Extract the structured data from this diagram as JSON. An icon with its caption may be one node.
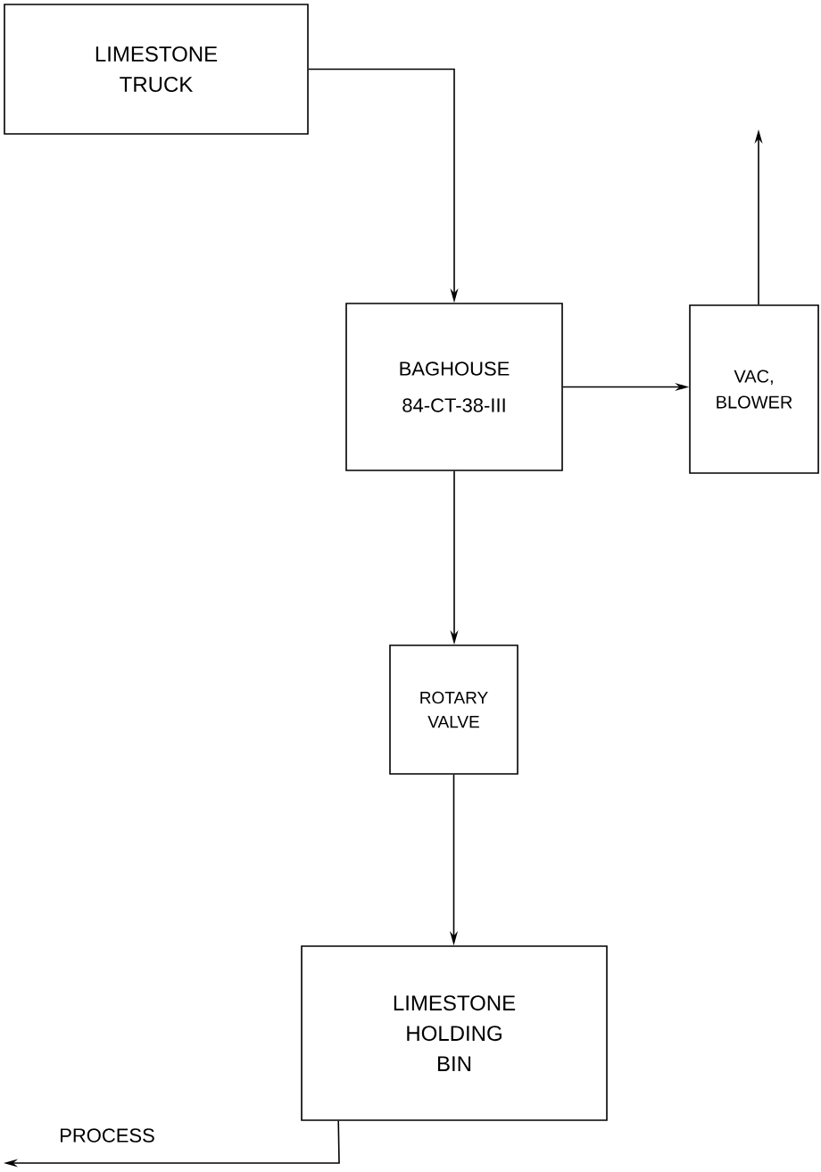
{
  "diagram": {
    "nodes": [
      {
        "text": [
          "LIMESTONE TRUCK"
        ]
      },
      {
        "text": [
          "BAGHOUSE",
          "84-CT-38-III"
        ]
      },
      {
        "text": [
          "VAC, BLOWER"
        ]
      },
      {
        "text": [
          "ROTARY VALVE"
        ]
      },
      {
        "text": [
          "LIMESTONE HOLDING BIN"
        ]
      }
    ],
    "edges": [
      {
        "from": 0,
        "to": 1,
        "arrow": "to"
      },
      {
        "from": 1,
        "to": 2,
        "arrow": "to"
      },
      {
        "from": 2,
        "to": null,
        "arrow": "to"
      },
      {
        "from": 1,
        "to": 3,
        "arrow": "to"
      },
      {
        "from": 3,
        "to": 4,
        "arrow": "to"
      },
      {
        "from": 4,
        "to": null,
        "arrow": "to",
        "label": "PROCESS"
      }
    ]
  }
}
